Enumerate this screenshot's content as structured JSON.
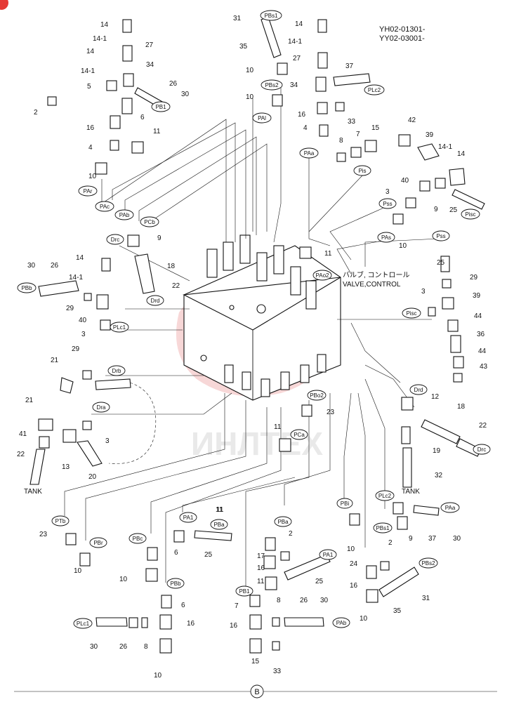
{
  "header": {
    "codes": [
      "YH02-01301-",
      "YY02-03001-"
    ],
    "valve_label_jp": "バルブ, コントロール",
    "valve_label_en": "VALVE,CONTROL",
    "section_marker": "B"
  },
  "tank_labels": [
    "TANK",
    "TANK"
  ],
  "watermark": "ИНЛТЕХ",
  "colors": {
    "line": "#111111",
    "watermark": "#f2b8b8",
    "corner_badge": "#e53935",
    "background": "#ffffff"
  },
  "ports": [
    {
      "name": "PBs1"
    },
    {
      "name": "PBs2"
    },
    {
      "name": "PAl"
    },
    {
      "name": "PB1"
    },
    {
      "name": "PAr"
    },
    {
      "name": "PAc"
    },
    {
      "name": "PAb"
    },
    {
      "name": "PCb"
    },
    {
      "name": "PAa"
    },
    {
      "name": "Pis"
    },
    {
      "name": "PLc2"
    },
    {
      "name": "Pss"
    },
    {
      "name": "PAs"
    },
    {
      "name": "Pisc"
    },
    {
      "name": "Drc"
    },
    {
      "name": "Drd"
    },
    {
      "name": "PBb"
    },
    {
      "name": "PLc1"
    },
    {
      "name": "PAo2"
    },
    {
      "name": "Pss"
    },
    {
      "name": "Pisc"
    },
    {
      "name": "Drb"
    },
    {
      "name": "Dra"
    },
    {
      "name": "PBo2"
    },
    {
      "name": "Drd"
    },
    {
      "name": "PCa"
    },
    {
      "name": "Drc"
    },
    {
      "name": "PTb"
    },
    {
      "name": "PBr"
    },
    {
      "name": "PBc"
    },
    {
      "name": "PA1"
    },
    {
      "name": "PBa"
    },
    {
      "name": "PBb"
    },
    {
      "name": "PLc1"
    },
    {
      "name": "PBa"
    },
    {
      "name": "PA1"
    },
    {
      "name": "PB1"
    },
    {
      "name": "PAb"
    },
    {
      "name": "PBi"
    },
    {
      "name": "PLc2"
    },
    {
      "name": "PBs1"
    },
    {
      "name": "PAa"
    },
    {
      "name": "PBs2"
    }
  ],
  "part_numbers": [
    "14",
    "14-1",
    "27",
    "14",
    "14-1",
    "34",
    "5",
    "26",
    "30",
    "2",
    "6",
    "16",
    "11",
    "4",
    "10",
    "31",
    "35",
    "14",
    "14-1",
    "27",
    "10",
    "37",
    "34",
    "10",
    "16",
    "33",
    "4",
    "8",
    "7",
    "15",
    "42",
    "39",
    "14-1",
    "14",
    "40",
    "3",
    "9",
    "25",
    "10",
    "9",
    "18",
    "22",
    "11",
    "25",
    "29",
    "14",
    "30",
    "26",
    "14-1",
    "29",
    "40",
    "3",
    "3",
    "39",
    "44",
    "36",
    "44",
    "43",
    "29",
    "21",
    "21",
    "3",
    "41",
    "13",
    "22",
    "20",
    "12",
    "18",
    "22",
    "23",
    "11",
    "19",
    "32",
    "11",
    "9",
    "37",
    "30",
    "23",
    "10",
    "6",
    "10",
    "6",
    "16",
    "10",
    "30",
    "26",
    "8",
    "11",
    "25",
    "17",
    "2",
    "16",
    "11",
    "25",
    "7",
    "16",
    "15",
    "33",
    "8",
    "26",
    "30",
    "10",
    "24",
    "16",
    "2",
    "10",
    "35",
    "31"
  ]
}
